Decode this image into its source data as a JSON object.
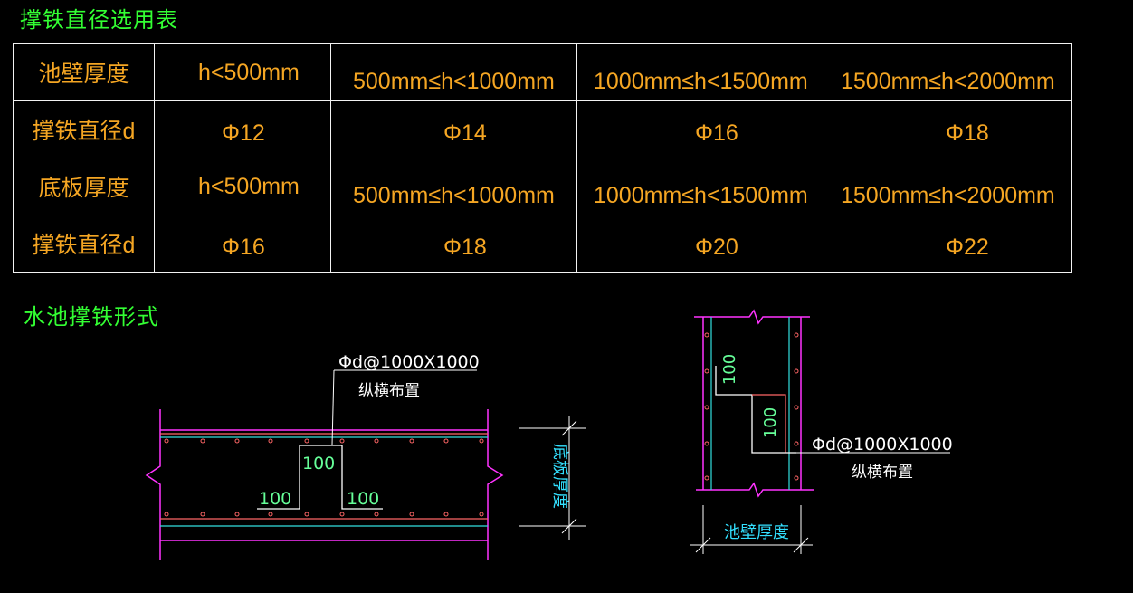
{
  "table_title": "撑铁直径选用表",
  "section_title": "水池撑铁形式",
  "table": {
    "rows": [
      {
        "label": "池壁厚度",
        "cells": [
          "h<500mm",
          "500mm≤h<1000mm",
          "1000mm≤h<1500mm",
          "1500mm≤h<2000mm"
        ]
      },
      {
        "label": "撑铁直径d",
        "cells": [
          "Φ12",
          "Φ14",
          "Φ16",
          "Φ18"
        ]
      },
      {
        "label": "底板厚度",
        "cells": [
          "h<500mm",
          "500mm≤h<1000mm",
          "1000mm≤h<1500mm",
          "1500mm≤h<2000mm"
        ]
      },
      {
        "label": "撑铁直径d",
        "cells": [
          "Φ16",
          "Φ18",
          "Φ20",
          "Φ22"
        ]
      }
    ]
  },
  "slab_detail": {
    "callout": "Φd@1000X1000",
    "callout_note": "纵横布置",
    "dim_top": "100",
    "dim_left": "100",
    "dim_right": "100",
    "thickness_label": "底板厚度"
  },
  "wall_detail": {
    "callout": "Φd@1000X1000",
    "callout_note": "纵横布置",
    "dim_upper": "100",
    "dim_lower": "100",
    "thickness_label": "池壁厚度"
  },
  "colors": {
    "background": "#000000",
    "heading": "#33ff33",
    "table_text": "#f5a623",
    "grid_line": "#f2f2f2",
    "concrete_edge": "#ff33ff",
    "rebar_line": "#33e0e0",
    "support_bar": "#ff6666",
    "callout_text": "#ffffff",
    "dim_text_green": "#66ff99",
    "dim_label_cyan": "#33e0ff"
  }
}
